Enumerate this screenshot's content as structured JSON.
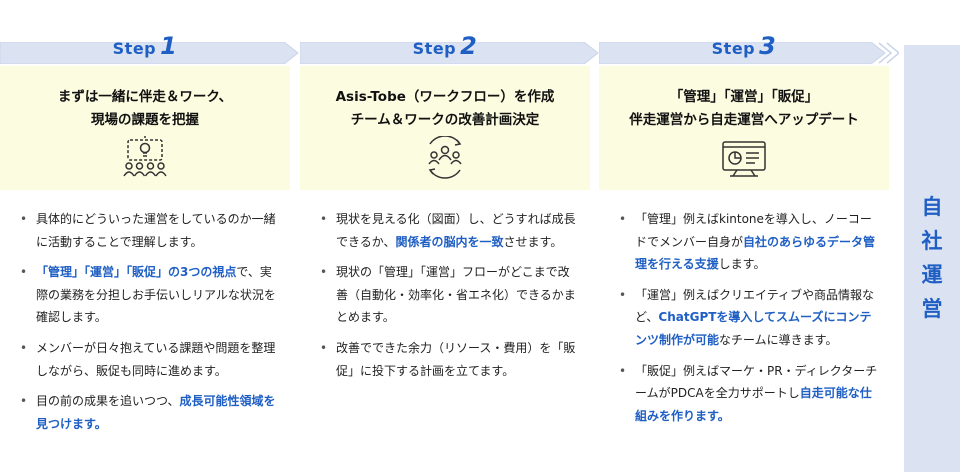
{
  "steps": [
    {
      "label": "Step",
      "number": "1",
      "title": [
        "まずは一緒に伴走＆ワーク、",
        "現場の課題を把握"
      ],
      "icon": "idea-team-icon",
      "points": [
        [
          {
            "t": "具体的にどういった運営をしているのか一緒に活動することで理解します。",
            "hl": false
          }
        ],
        [
          {
            "t": "「管理」「運営」「販促」の3つの視点",
            "hl": true
          },
          {
            "t": "で、実際の業務を分担しお手伝いしリアルな状況を確認します。",
            "hl": false
          }
        ],
        [
          {
            "t": "メンバーが日々抱えている課題や問題を整理しながら、販促も同時に進めます。",
            "hl": false
          }
        ],
        [
          {
            "t": "目の前の成果を追いつつ、",
            "hl": false
          },
          {
            "t": "成長可能性領域を見つけます。",
            "hl": true
          }
        ]
      ]
    },
    {
      "label": "Step",
      "number": "2",
      "title": [
        "Asis-Tobe（ワークフロー）を作成",
        "チーム＆ワークの改善計画決定"
      ],
      "icon": "team-cycle-icon",
      "points": [
        [
          {
            "t": "現状を見える化（図面）し、どうすれば成長できるか、",
            "hl": false
          },
          {
            "t": "関係者の脳内を一致",
            "hl": true
          },
          {
            "t": "させます。",
            "hl": false
          }
        ],
        [
          {
            "t": "現状の「管理」「運営」フローがどこまで改善（自動化・効率化・省エネ化）できるかまとめます。",
            "hl": false
          }
        ],
        [
          {
            "t": "改善でできた余力（リソース・費用）を「販促」に投下する計画を立てます。",
            "hl": false
          }
        ]
      ]
    },
    {
      "label": "Step",
      "number": "3",
      "title": [
        "「管理」「運営」「販促」",
        "伴走運営から自走運営へアップデート"
      ],
      "icon": "dashboard-icon",
      "points": [
        [
          {
            "t": "「管理」例えばkintoneを導入し、ノーコードでメンバー自身が",
            "hl": false
          },
          {
            "t": "自社のあらゆるデータ管理を行える支援",
            "hl": true
          },
          {
            "t": "します。",
            "hl": false
          }
        ],
        [
          {
            "t": "「運営」例えばクリエイティブや商品情報など、",
            "hl": false
          },
          {
            "t": "ChatGPTを導入してスムーズにコンテンツ制作が可能",
            "hl": true
          },
          {
            "t": "なチームに導きます。",
            "hl": false
          }
        ],
        [
          {
            "t": "「販促」例えばマーケ・PR・ディレクターチームがPDCAを全力サポートし",
            "hl": false
          },
          {
            "t": "自走可能な仕組みを作ります。",
            "hl": true
          }
        ]
      ]
    }
  ],
  "side": [
    "自",
    "社",
    "運",
    "営"
  ],
  "colors": {
    "accent": "#1f5fc4",
    "head_bg": "#fcfce0",
    "arrow": "#dbe3f3",
    "side_bg": "#dbe3f3"
  }
}
